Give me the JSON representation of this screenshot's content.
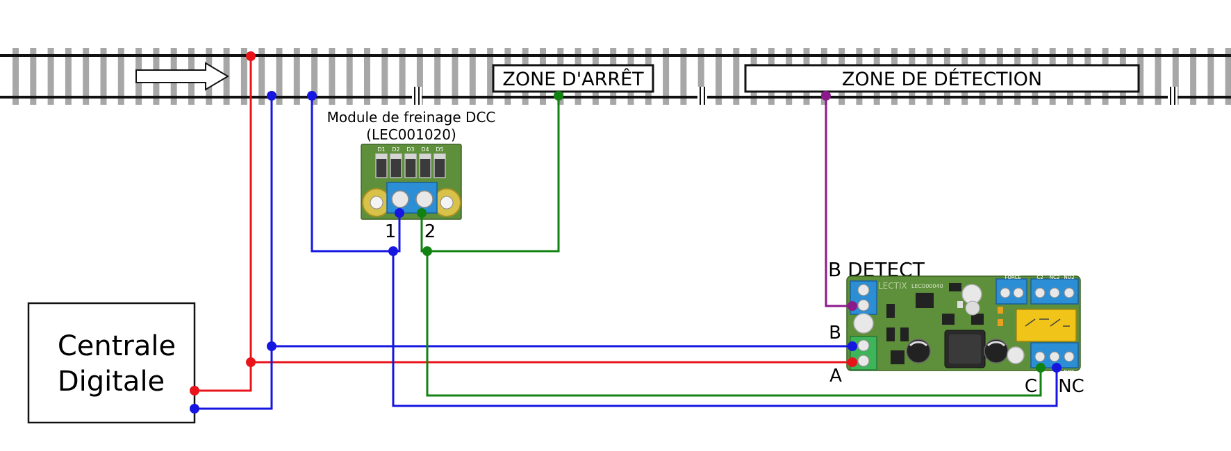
{
  "track": {
    "stop_zone_label": "ZONE D'ARRÊT",
    "detect_zone_label": "ZONE DE DÉTECTION"
  },
  "braking_module": {
    "title_line1": "Module de freinage DCC",
    "title_line2": "(LEC001020)",
    "diodes": [
      "D1",
      "D2",
      "D3",
      "D4",
      "D5"
    ],
    "terminal_1": "1",
    "terminal_2": "2"
  },
  "command_station": {
    "line1": "Centrale",
    "line2": "Digitale"
  },
  "detector_module": {
    "brand": "LECTIX",
    "part_number": "LEC000040",
    "label_b_detect": "B DETECT",
    "label_b": "B",
    "label_a": "A",
    "label_c": "C",
    "label_nc": "NC",
    "header_force": "FORCE",
    "header_c2": "C2",
    "header_nc2": "NC2",
    "header_no2": "NO2",
    "header_nos": "NOS"
  },
  "colors": {
    "red": "#e8141a",
    "blue": "#1616e0",
    "green": "#128212",
    "purple": "#8b1a8b",
    "pcb": "#5e8f3a",
    "terminal_blue": "#2c8fd6",
    "terminal_green": "#3fb55a"
  }
}
